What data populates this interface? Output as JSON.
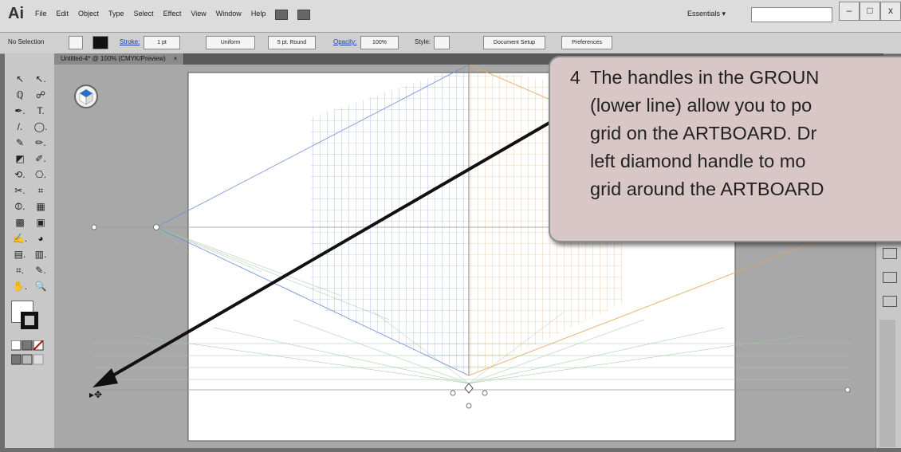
{
  "app": {
    "logo": "Ai"
  },
  "menu": [
    "File",
    "Edit",
    "Object",
    "Type",
    "Select",
    "Effect",
    "View",
    "Window",
    "Help"
  ],
  "workspace": "Essentials ▾",
  "window_controls": {
    "minimize": "–",
    "maximize": "□",
    "close": "x"
  },
  "control_bar": {
    "selection": "No Selection",
    "stroke_label": "Stroke:",
    "stroke_value": "1 pt",
    "profile": "Uniform",
    "brush": "5 pt. Round",
    "opacity_label": "Opacity:",
    "opacity_value": "100%",
    "style_label": "Style:",
    "doc_setup": "Document Setup",
    "preferences": "Preferences"
  },
  "document": {
    "tab_title": "Untitled-4* @ 100% (CMYK/Preview)",
    "tab_close": "×"
  },
  "tools": [
    "↖",
    "↖.",
    "ℚ",
    "☍",
    "✒.",
    "T.",
    "/.",
    "◯.",
    "✎",
    "✏.",
    "◩",
    "✐.",
    "⟲.",
    "⎔.",
    "✂.",
    "⌗",
    "⦷.",
    "▦",
    "▩",
    "▣",
    "✍.",
    "◕",
    "▤.",
    "▥.",
    "⌗.",
    "✎.",
    "✋.",
    "🔍"
  ],
  "callout": {
    "number": "4",
    "lines": [
      "The handles in the GROUN",
      "(lower line) allow you to po",
      "grid on the ARTBOARD.  Dr",
      "left diamond handle to mo",
      "grid around the ARTBOARD"
    ]
  }
}
